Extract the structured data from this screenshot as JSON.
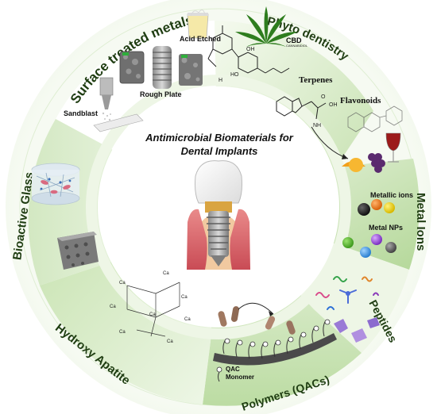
{
  "center": {
    "title_line1": "Antimicrobial Biomaterials for",
    "title_line2": "Dental Implants"
  },
  "segments": {
    "surface_treated_metals": "Surface treated metals",
    "phyto_dentistry": "Phyto dentistry",
    "metal_ions": "Metal Ions",
    "peptides": "Peptides",
    "polymers": "Polymers (QACs)",
    "hydroxy_apatite": "Hydroxy Apatite",
    "bioactive_glass": "Bioactive Glass"
  },
  "labels": {
    "acid_etched": "Acid Etched",
    "sandblast": "Sandblast",
    "rough_plate": "Rough Plate",
    "cbd": "CBD",
    "cannabidiol": "CANNABIDIOL",
    "terpenes": "Terpenes",
    "flavonoids": "Flavonoids",
    "metallic_ions": "Metallic ions",
    "metal_nps": "Metal NPs",
    "qac_monomer_1": "QAC",
    "qac_monomer_2": "Monomer",
    "chem_oh": "OH",
    "chem_o": "O",
    "chem_nh2": "NH",
    "chem_ho": "HO",
    "chem_h": "H",
    "ca": "Ca"
  },
  "colors": {
    "ring_light": "#eef6e6",
    "ring_mid": "#c9e3b4",
    "ring_dark": "#a9d18b",
    "segment_text": "#1f3d12"
  }
}
